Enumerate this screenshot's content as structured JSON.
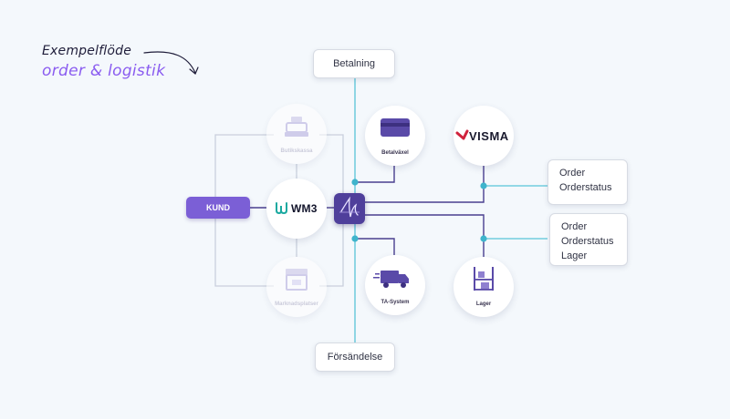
{
  "heading": {
    "line1": "Exempelflöde",
    "line2": "order & logistik"
  },
  "nodes": {
    "butikskassa": "Butikskassa",
    "betalvaxel": "Betalväxel",
    "visma": "VISMA",
    "wm3": "WM3",
    "marknadsplatser": "Marknadsplatser",
    "ta_system": "TA-System",
    "lager": "Lager"
  },
  "kund_label": "KUND",
  "boxes": {
    "betalning": "Betalning",
    "forsandelse": "Försändelse",
    "visma_box": [
      "Order",
      "Orderstatus"
    ],
    "lager_box": [
      "Order",
      "Orderstatus",
      "Lager"
    ]
  },
  "colors": {
    "accent": "#8a5cf0",
    "hub": "#4f3f9b",
    "kund": "#7b5fd6",
    "line_teal": "#58c4d8",
    "line_purple": "#4a3f8f",
    "visma_red": "#d0223c"
  },
  "icons": {
    "butikskassa": "cash-register-icon",
    "betalvaxel": "credit-card-icon",
    "wm3": "wm3-logo-icon",
    "marknadsplatser": "storefront-icon",
    "ta_system": "delivery-truck-icon",
    "lager": "warehouse-shelf-icon",
    "hub": "hub-logo-icon",
    "visma": "visma-logo-icon"
  }
}
